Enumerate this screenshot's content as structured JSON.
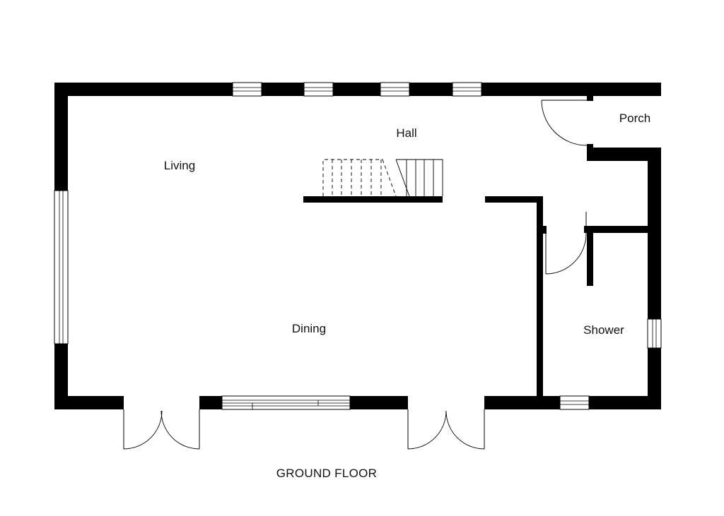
{
  "plan": {
    "floor_title": "GROUND FLOOR",
    "rooms": {
      "living": "Living",
      "hall": "Hall",
      "porch": "Porch",
      "dining": "Dining",
      "shower": "Shower"
    }
  },
  "colors": {
    "wall": "#000000",
    "background": "#ffffff",
    "text": "#111111"
  }
}
